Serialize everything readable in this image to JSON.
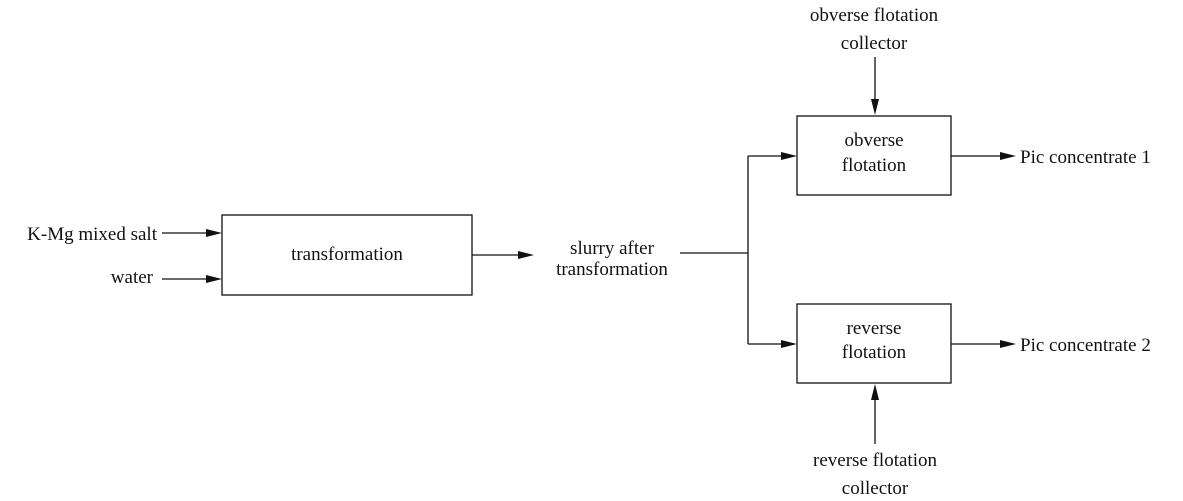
{
  "inputs": {
    "kmg_salt": "K-Mg mixed salt",
    "water": "water"
  },
  "process": {
    "transformation": "transformation",
    "slurry_line1": "slurry after",
    "slurry_line2": "transformation",
    "obverse_line1": "obverse",
    "obverse_line2": "flotation",
    "reverse_line1": "reverse",
    "reverse_line2": "flotation"
  },
  "reagents": {
    "obverse_collector_line1": "obverse flotation",
    "obverse_collector_line2": "collector",
    "reverse_collector_line1": "reverse flotation",
    "reverse_collector_line2": "collector"
  },
  "outputs": {
    "concentrate_1": "Pic concentrate 1",
    "concentrate_2": "Pic concentrate 2"
  }
}
